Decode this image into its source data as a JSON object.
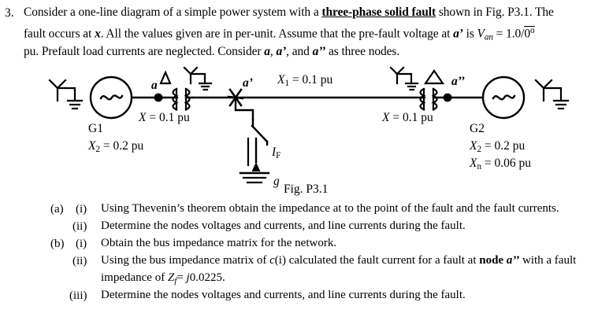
{
  "problem": {
    "number": "3.",
    "line1_a": "Consider a one-line diagram of a simple power system with a ",
    "line1_emph": "three-phase solid fault",
    "line1_b": " shown in Fig. P3.1. The",
    "line2_a": "fault occurs at ",
    "line2_x": "x",
    "line2_b": ". All the values given are in per-unit. Assume that the pre-fault voltage at ",
    "line2_node": "a’",
    "line2_c": " is ",
    "line2_v": "V",
    "line2_vsub": "an",
    "line2_eq": " = 1.0/",
    "line2_angle": "0",
    "line2_deg": "o",
    "line3_a": "pu. Prefault load currents are neglected. Consider ",
    "line3_n1": "a",
    "line3_sep1": ", ",
    "line3_n2": "a’",
    "line3_sep2": ", and ",
    "line3_n3": "a’’",
    "line3_b": " as three nodes."
  },
  "diagram": {
    "caption": "Fig. P3.1",
    "nodes": {
      "a": "a",
      "a_prime": "a’",
      "a_double_prime": "a’’",
      "ground": "g"
    },
    "fault_current_label": {
      "symbol": "I",
      "sub": "F"
    },
    "generator_left": {
      "name": "G1",
      "reactance_symbol": "X",
      "reactance_sub": "2",
      "reactance_value": " = 0.2 pu"
    },
    "generator_right": {
      "name": "G2",
      "reactance_symbol": "X",
      "reactance_sub": "2",
      "reactance_value": " = 0.2 pu",
      "neutral_symbol": "X",
      "neutral_sub": "n",
      "neutral_value": " = 0.06 pu"
    },
    "transformer_left": {
      "symbol": "X",
      "value": " = 0.1 pu",
      "winding_primary": "delta",
      "winding_secondary": "wye-grounded"
    },
    "transformer_right": {
      "symbol": "X",
      "value": " = 0.1 pu",
      "winding_primary": "wye-grounded",
      "winding_secondary": "delta"
    },
    "line": {
      "symbol": "X",
      "sub": "1",
      "value": " = 0.1 pu"
    }
  },
  "questions": [
    {
      "part": "(a)",
      "sub": "(i)",
      "text": "Using Thevenin’s theorem obtain the impedance at to the point of the fault and the fault currents."
    },
    {
      "part": "",
      "sub": "(ii)",
      "text": "Determine the nodes voltages and currents, and line currents during the fault."
    },
    {
      "part": "(b)",
      "sub": "(i)",
      "text": "Obtain the bus impedance matrix for the network."
    },
    {
      "part": "",
      "sub": "(ii)",
      "text_a": "Using the bus impedance matrix of ",
      "text_c": "c",
      "text_d": "(i) calculated  the fault current for a fault at ",
      "text_bold": "node ",
      "text_node": "a’’",
      "text_e": " with a fault"
    },
    {
      "part": "",
      "sub": "",
      "text_cont_a": "impedance of ",
      "text_cont_z": "Z",
      "text_cont_zsub": "f",
      "text_cont_b": "= ",
      "text_cont_j": "j",
      "text_cont_val": "0.0225."
    },
    {
      "part": "",
      "sub": "(iii)",
      "text": "Determine the nodes voltages and currents, and line currents during the fault."
    }
  ],
  "colors": {
    "ink": "#000000",
    "page": "#ffffff"
  }
}
